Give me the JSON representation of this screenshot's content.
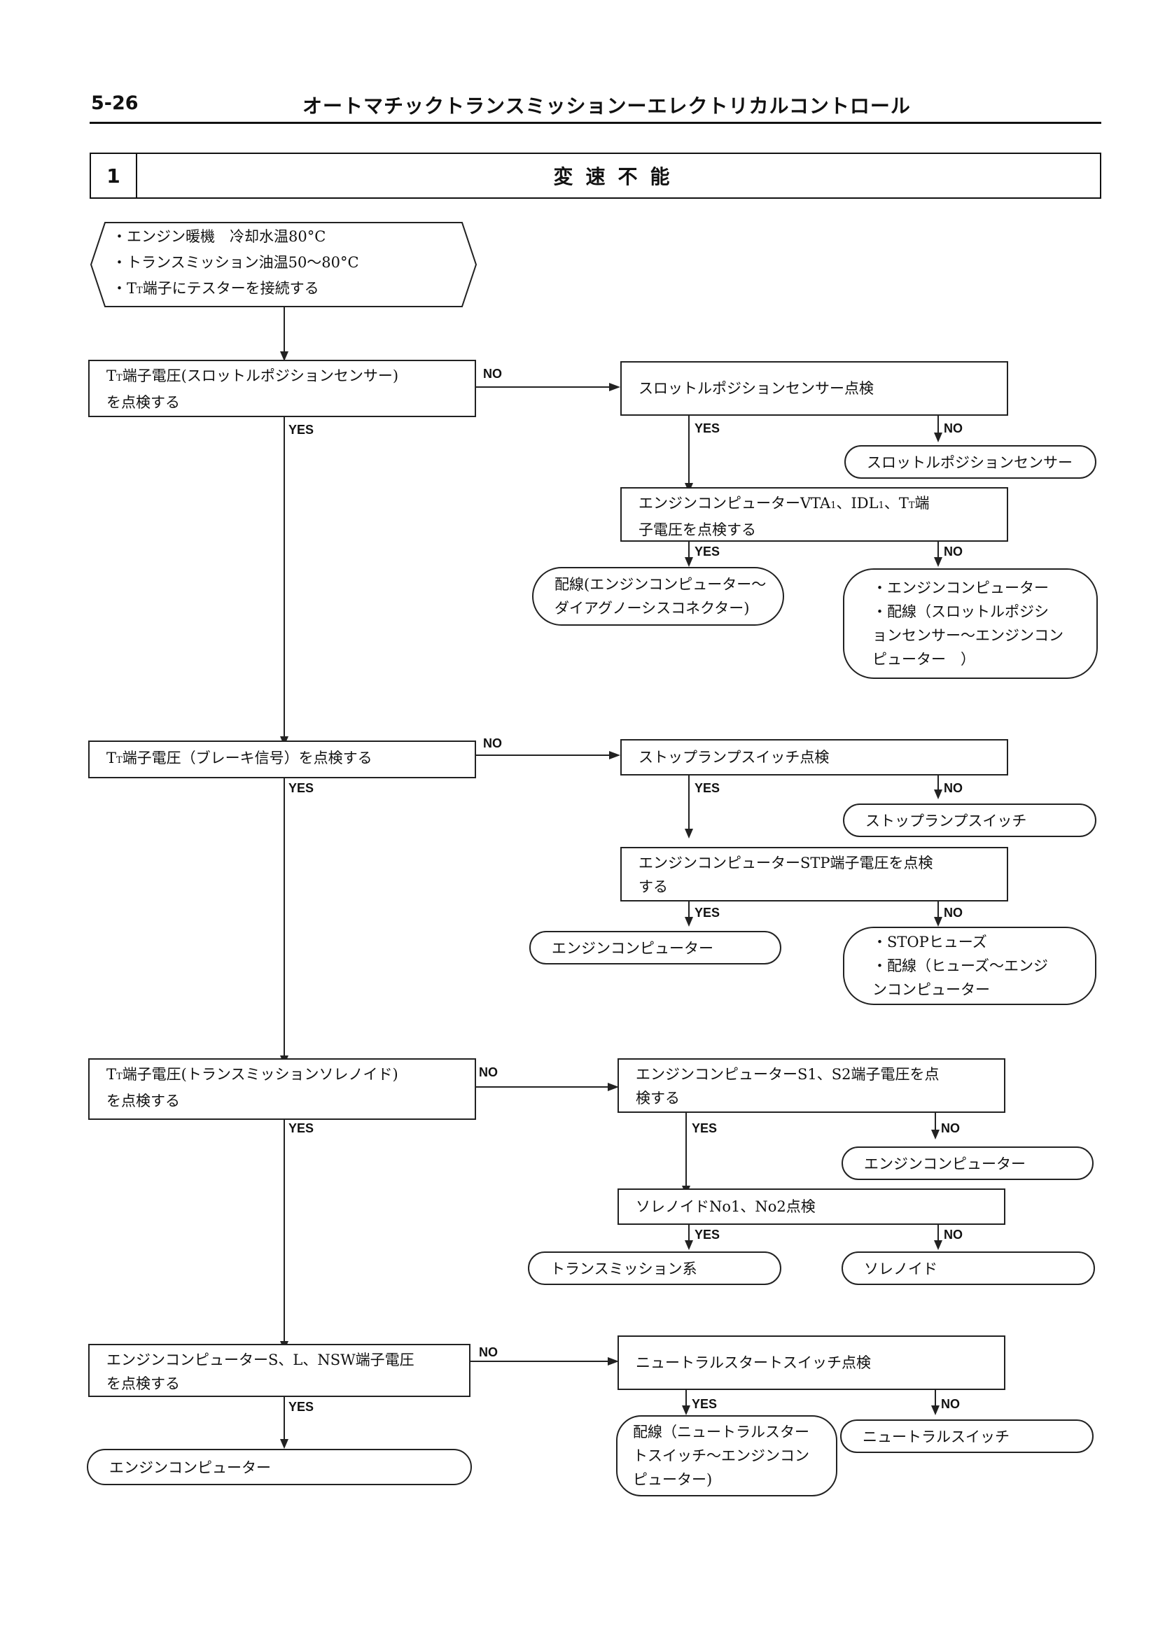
{
  "header": {
    "page_number": "5-26",
    "title": "オートマチックトランスミッションーエレクトリカルコントロール"
  },
  "section": {
    "number": "1",
    "title": "変速不能"
  },
  "start": {
    "lines": [
      "・エンジン暖機　冷却水温80°C",
      "・トランスミッション油温50～80°C",
      "・T",
      "T",
      "端子にテスターを接続する"
    ]
  },
  "labels": {
    "yes": "YES",
    "no": "NO"
  },
  "row1": {
    "check": [
      "T",
      "T",
      "端子電圧(スロットルポジションセンサー)",
      "を点検する"
    ],
    "tps_check": "スロットルポジションセンサー点検",
    "tps_fail": "スロットルポジションセンサー",
    "ecu_check": [
      "エンジンコンピューターVTA",
      "1",
      "、IDL",
      "1",
      "、T",
      "T",
      "端",
      "子電圧を点検する"
    ],
    "wiring_dlc": [
      "配線(エンジンコンピューター～",
      "ダイアグノーシスコネクター)"
    ],
    "fail_list": [
      "・エンジンコンピューター",
      "・配線（スロットルポジシ",
      "ョンセンサー～エンジンコン",
      "ピューター　）"
    ]
  },
  "row2": {
    "check": [
      "T",
      "T",
      "端子電圧（ブレーキ信号）を点検する"
    ],
    "stop_check": "ストップランプスイッチ点検",
    "stop_fail": "ストップランプスイッチ",
    "ecu_check": [
      "エンジンコンピューターSTP端子電圧を点検",
      "する"
    ],
    "ecu_fail": "エンジンコンピューター",
    "fail_list": [
      "・STOPヒューズ",
      "・配線（ヒューズ～エンジ",
      "ンコンピューター"
    ]
  },
  "row3": {
    "check": [
      "T",
      "T",
      "端子電圧(トランスミッションソレノイド)",
      "を点検する"
    ],
    "ecu_check": [
      "エンジンコンピューターS1、S2端子電圧を点",
      "検する"
    ],
    "ecu_fail": "エンジンコンピューター",
    "sol_check": "ソレノイドNo1、No2点検",
    "trans_fail": "トランスミッション系",
    "sol_fail": "ソレノイド"
  },
  "row4": {
    "check": [
      "エンジンコンピューターS、L、NSW端子電圧",
      "を点検する"
    ],
    "ecu_fail": "エンジンコンピューター",
    "nss_check": "ニュートラルスタートスイッチ点検",
    "wiring": [
      "配線（ニュートラルスター",
      "トスイッチ～エンジンコン",
      "ピューター)"
    ],
    "nss_fail": "ニュートラルスイッチ"
  }
}
